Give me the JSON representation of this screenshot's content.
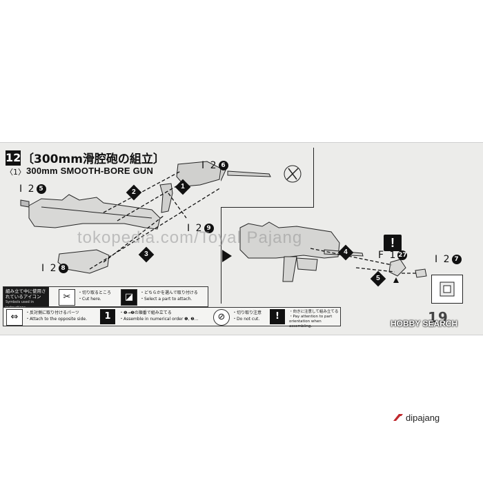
{
  "step": {
    "number": "12",
    "title_jp": "〔300mm滑腔砲の組立〕",
    "sub_index": "〈1〉",
    "title_en": "300mm SMOOTH-BORE GUN"
  },
  "parts": {
    "p125": {
      "prefix": "I 2",
      "num": "5"
    },
    "p126": {
      "prefix": "I 2",
      "num": "6"
    },
    "p127": {
      "prefix": "I 2",
      "num": "7"
    },
    "p128": {
      "prefix": "I 2",
      "num": "8"
    },
    "p129": {
      "prefix": "I 2",
      "num": "9"
    },
    "f1": {
      "prefix": "F 1",
      "num": "27"
    }
  },
  "steps_markers": [
    "1",
    "2",
    "3",
    "4",
    "5"
  ],
  "legend": {
    "heading_jp": "組み立て中に使用されているアイコン",
    "heading_en": "Symbols used in instructions",
    "cut_jp": "・切り取るところ",
    "cut_en": "・Cut here.",
    "select_jp": "・どちらかを選んで取り付ける",
    "select_en": "・Select a part to attach.",
    "attach_opp_jp": "・反対側に取り付けるパーツ",
    "attach_opp_en": "・Attach to the opposite side.",
    "numeric_jp": "・❶→❷の順番で組み立てる",
    "numeric_en": "・Assemble in numerical order ❶, ❷...",
    "donot_jp": "・切り取り注意",
    "donot_en": "・Do not cut.",
    "orient_jp": "・向きに注意して組み立てる",
    "orient_en": "・Pay attention to part orientation when assembling."
  },
  "page_number": "19",
  "watermark": "tokopedia.com/Toyal Pajang",
  "source_badge": "HOBBY SEARCH",
  "brand": "dipajang",
  "icons": [
    "scissors-icon",
    "select-icon",
    "double-arrow-icon",
    "numbered-triangle-icon",
    "no-cut-icon",
    "warning-icon"
  ]
}
